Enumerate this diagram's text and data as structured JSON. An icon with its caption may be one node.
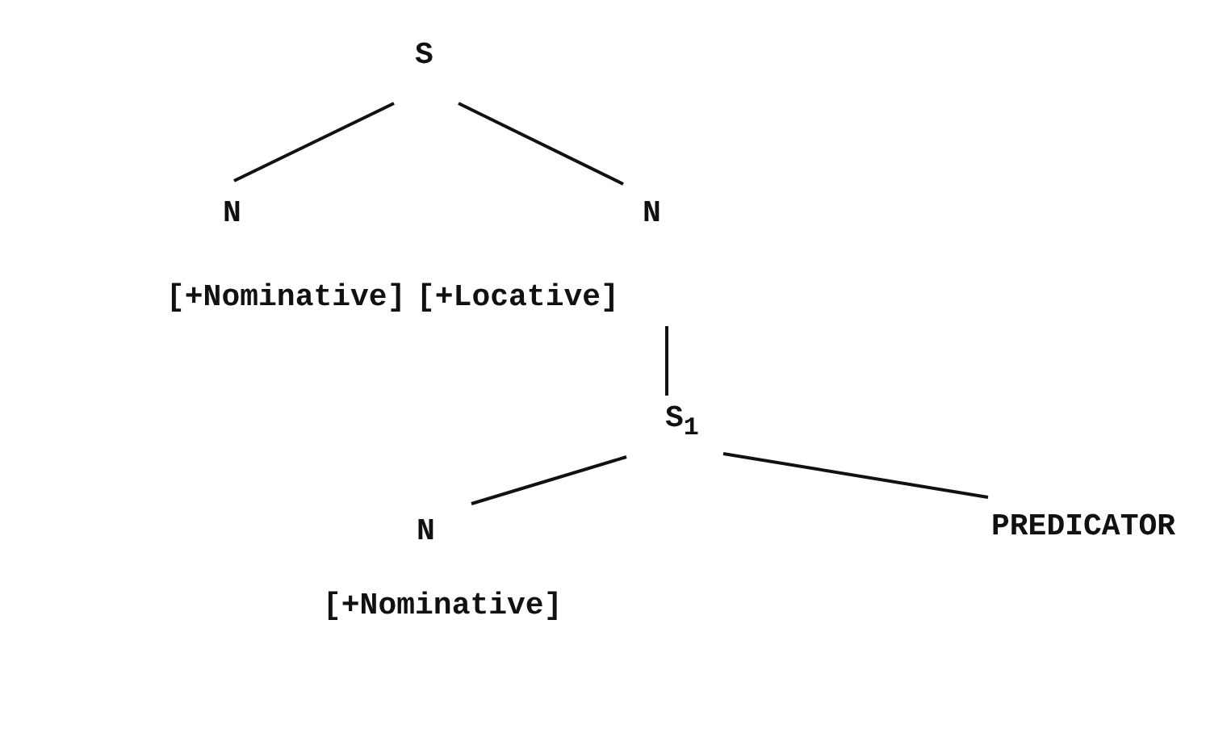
{
  "diagram": {
    "nodes": [
      {
        "text": [
          "S"
        ]
      },
      {
        "text": [
          "N",
          "[+Nominative]"
        ]
      },
      {
        "text": [
          "N",
          "[+Locative]"
        ]
      },
      {
        "text": [
          "S$_{1}$"
        ]
      },
      {
        "text": [
          "N",
          "[+Nominative]"
        ]
      },
      {
        "text": [
          "PREDICATOR"
        ]
      }
    ],
    "edges": [
      {
        "from": 0,
        "to": 1,
        "arrow": "none"
      },
      {
        "from": 0,
        "to": 2,
        "arrow": "none"
      },
      {
        "from": 2,
        "to": 3,
        "arrow": "none"
      },
      {
        "from": 3,
        "to": 4,
        "arrow": "none"
      },
      {
        "from": 3,
        "to": 5,
        "arrow": "none"
      }
    ]
  }
}
